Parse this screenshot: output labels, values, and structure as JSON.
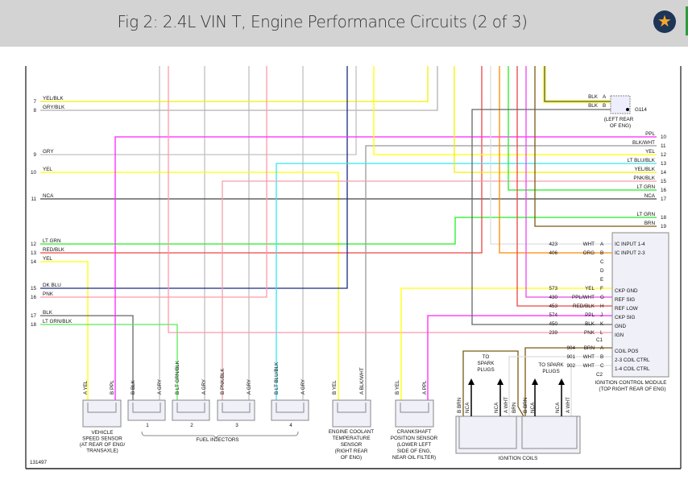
{
  "header": {
    "title": "Fig 2: 2.4L VIN T, Engine Performance Circuits (2 of 3)",
    "favorite_icon": "star-icon",
    "accent": "#f4a62a"
  },
  "wire_colors": {
    "YEL": "#ffff00",
    "YEL/BLK": "#f0f000",
    "GRY": "#c0c0c0",
    "GRY/BLK": "#b0b0b0",
    "NCA": "#444444",
    "LT GRN": "#22ee22",
    "RED/BLK": "#ee4444",
    "DK BLU": "#1a2a80",
    "PNK": "#ff99aa",
    "BLK": "#666666",
    "LT GRN/BLK": "#55ee55",
    "PPL": "#ff22ff",
    "BLK/WHT": "#999999",
    "LT BLU/BLK": "#33e8ee",
    "PNK/BLK": "#f0a0aa",
    "BRN": "#7a5a10",
    "WHT": "#dddddd",
    "ORG": "#ff8800",
    "PPL/WHT": "#ee44ee"
  },
  "left_circuits": [
    {
      "num": "7",
      "label": "YEL/BLK"
    },
    {
      "num": "8",
      "label": "GRY/BLK"
    },
    {
      "num": "9",
      "label": "GRY"
    },
    {
      "num": "10",
      "label": "YEL"
    },
    {
      "num": "11",
      "label": "NCA"
    },
    {
      "num": "12",
      "label": "LT GRN"
    },
    {
      "num": "13",
      "label": "RED/BLK"
    },
    {
      "num": "14",
      "label": "YEL"
    },
    {
      "num": "15",
      "label": "DK BLU"
    },
    {
      "num": "16",
      "label": "PNK"
    },
    {
      "num": "17",
      "label": "BLK"
    },
    {
      "num": "18",
      "label": "LT GRN/BLK"
    }
  ],
  "right_circuits": [
    {
      "num": "10",
      "label": "PPL"
    },
    {
      "num": "11",
      "label": "BLK/WHT"
    },
    {
      "num": "12",
      "label": "YEL"
    },
    {
      "num": "13",
      "label": "LT BLU/BLK"
    },
    {
      "num": "14",
      "label": "YEL/BLK"
    },
    {
      "num": "15",
      "label": "PNK/BLK"
    },
    {
      "num": "16",
      "label": "LT GRN"
    },
    {
      "num": "17",
      "label": "NCA"
    },
    {
      "num": "18",
      "label": "LT GRN"
    },
    {
      "num": "19",
      "label": "BRN"
    }
  ],
  "ground": {
    "id": "G114",
    "location_line1": "(LEFT REAR",
    "location_line2": "OF ENG)",
    "pins": [
      {
        "color": "BLK",
        "pin": "A"
      },
      {
        "color": "BLK",
        "pin": "B"
      }
    ]
  },
  "icm": {
    "c1_pins": [
      {
        "circuit": "423",
        "color": "WHT",
        "pin": "A",
        "function": "IC INPUT 1-4"
      },
      {
        "circuit": "406",
        "color": "ORG",
        "pin": "B",
        "function": "IC INPUT 2-3"
      },
      {
        "circuit": "",
        "color": "",
        "pin": "C",
        "function": ""
      },
      {
        "circuit": "",
        "color": "",
        "pin": "D",
        "function": ""
      },
      {
        "circuit": "",
        "color": "",
        "pin": "E",
        "function": ""
      },
      {
        "circuit": "573",
        "color": "YEL",
        "pin": "F",
        "function": "CKP GND"
      },
      {
        "circuit": "430",
        "color": "PPL/WHT",
        "pin": "G",
        "function": "REF SIG"
      },
      {
        "circuit": "453",
        "color": "RED/BLK",
        "pin": "H",
        "function": "REF LOW"
      },
      {
        "circuit": "574",
        "color": "PPL",
        "pin": "J",
        "function": "CKP SIG"
      },
      {
        "circuit": "450",
        "color": "BLK",
        "pin": "K",
        "function": "GND"
      },
      {
        "circuit": "239",
        "color": "PNK",
        "pin": "L",
        "function": "IGN"
      }
    ],
    "c1_label": "C1",
    "c2_pins": [
      {
        "circuit": "904",
        "color": "BRN",
        "pin": "A",
        "function": "COIL POS"
      },
      {
        "circuit": "901",
        "color": "WHT",
        "pin": "B",
        "function": "2-3 COIL CTRL"
      },
      {
        "circuit": "902",
        "color": "WHT",
        "pin": "C",
        "function": "1-4 COIL CTRL"
      }
    ],
    "c2_label": "C2",
    "name": "IGNITION CONTROL MODULE",
    "location": "(TOP RIGHT REAR OF ENG)"
  },
  "components": {
    "vss": {
      "pins": [
        "A YEL",
        "B PPL"
      ],
      "lines": [
        "VEHICLE",
        "SPEED SENSOR",
        "(AT REAR OF ENG/",
        "TRANSAXLE)"
      ]
    },
    "injectors": {
      "items": [
        {
          "num": "1",
          "pins": [
            "B BLK",
            "A GRY"
          ]
        },
        {
          "num": "2",
          "pins": [
            "B LT GRN/BLK",
            "A GRY"
          ]
        },
        {
          "num": "3",
          "pins": [
            "B PNK/BLK",
            "A GRY"
          ]
        },
        {
          "num": "4",
          "pins": [
            "B LT BLU/BLK",
            "A GRY"
          ]
        }
      ],
      "label": "FUEL INJECTORS"
    },
    "ect": {
      "pins": [
        "B YEL",
        "A BLK/WHT"
      ],
      "lines": [
        "ENGINE COOLANT",
        "TEMPERATURE",
        "SENSOR",
        "(RIGHT REAR",
        "OF ENG)"
      ]
    },
    "ckp": {
      "pins": [
        "B YEL",
        "A PPL"
      ],
      "lines": [
        "CRANKSHAFT",
        "POSITION SENSOR",
        "(LOWER LEFT",
        "SIDE OF ENG,",
        "NEAR OIL FILTER)"
      ]
    },
    "coils": {
      "pins": [
        "B BRN",
        "NCA",
        "NCA",
        "A WHT",
        "BRN",
        "B BRN",
        "NCA",
        "NCA",
        "A WHT"
      ],
      "spark_left": [
        "TO",
        "SPARK",
        "PLUGS"
      ],
      "spark_right": [
        "TO SPARK",
        "PLUGS"
      ],
      "label": "IGNITION COILS"
    }
  },
  "figure_id": "131497"
}
